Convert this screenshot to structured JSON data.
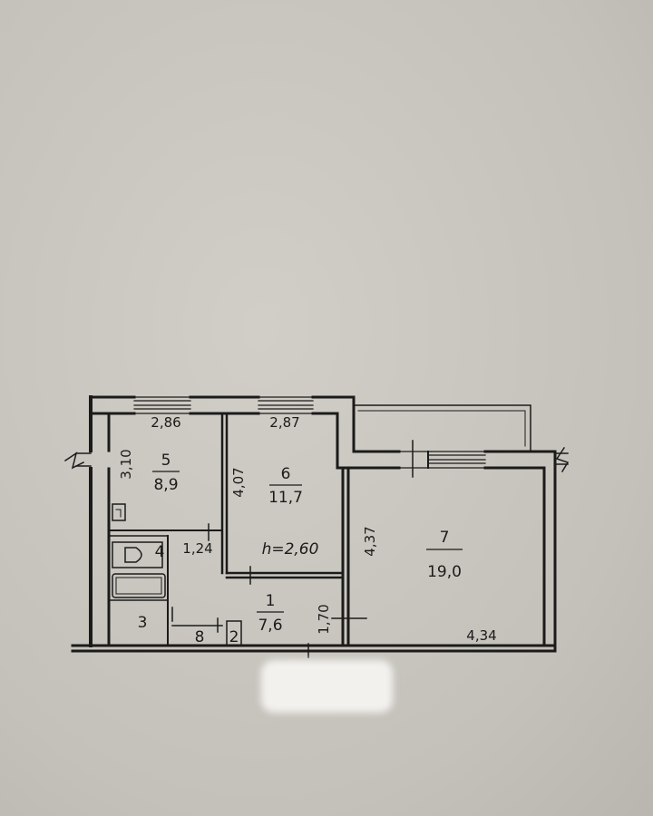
{
  "rooms": [
    {
      "id": "5",
      "area": "8,9"
    },
    {
      "id": "6",
      "area": "11,7"
    },
    {
      "id": "7",
      "area": "19,0"
    },
    {
      "id": "1",
      "area": "7,6"
    },
    {
      "id": "3"
    },
    {
      "id": "4"
    },
    {
      "id": "8"
    },
    {
      "id": "2"
    }
  ],
  "dimensions": {
    "room5_width": "2,86",
    "room5_height": "3,10",
    "room6_width": "2,87",
    "room6_height": "4,07",
    "room7_height": "4,37",
    "room7_width": "4,34",
    "room4_width": "1,24",
    "room1_height": "1,70"
  },
  "ceiling_height": "h=2,60",
  "colors": {
    "ink": "#1b1b1b",
    "paper": "#c9c6bf"
  }
}
